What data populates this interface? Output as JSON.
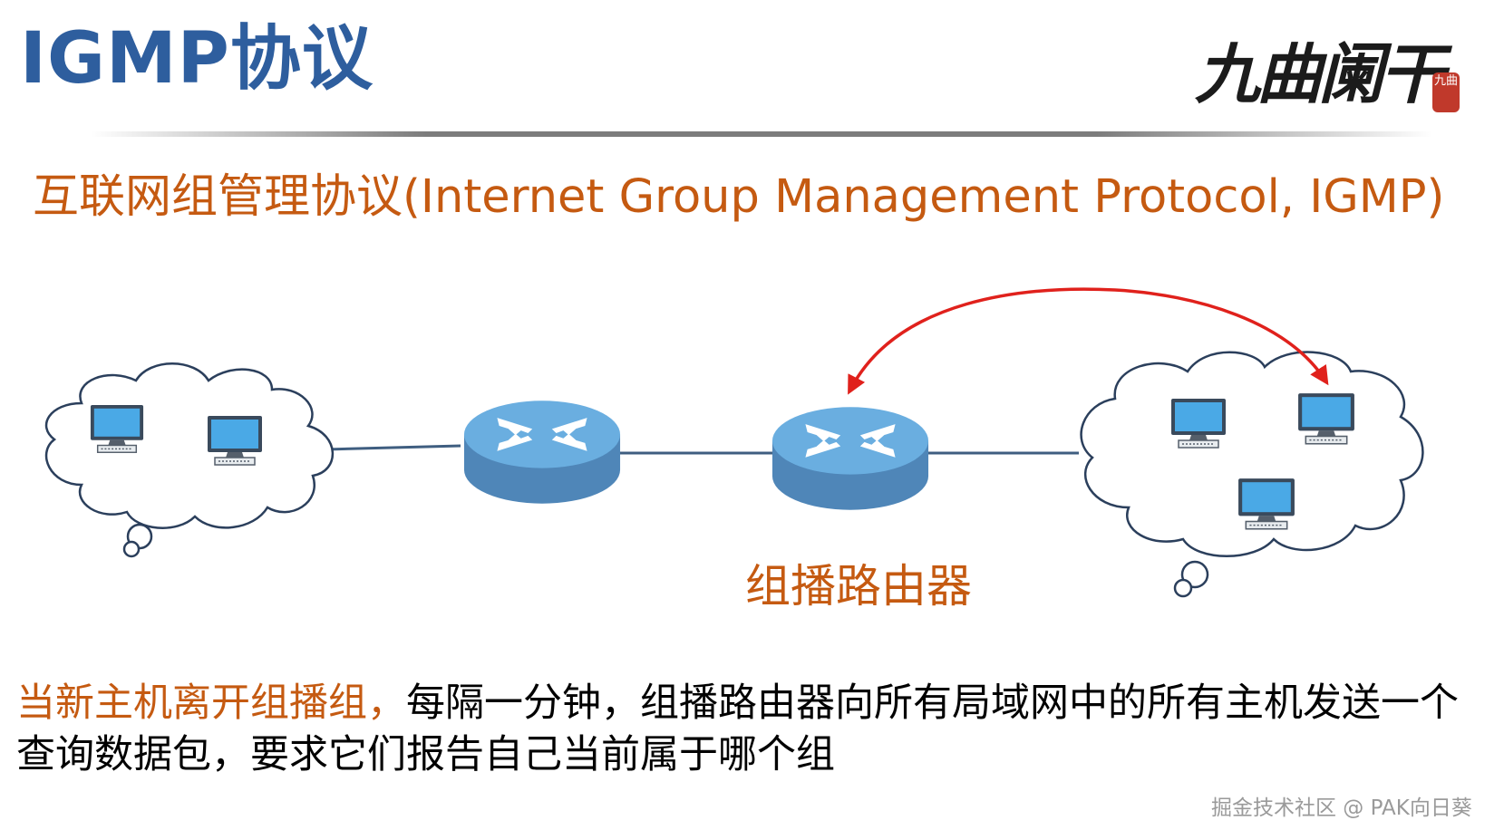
{
  "header": {
    "title": "IGMP协议",
    "logo_text": "九曲阑干",
    "logo_seal": "九曲"
  },
  "subtitle": "互联网组管理协议(Internet Group Management Protocol, IGMP)",
  "diagram": {
    "router_label": "组播路由器"
  },
  "description": {
    "highlight": "当新主机离开组播组，",
    "rest": "每隔一分钟，组播路由器向所有局域网中的所有主机发送一个查询数据包，要求它们报告自己当前属于哪个组"
  },
  "watermark": "掘金技术社区 @ PAK向日葵",
  "colors": {
    "title_blue": "#2e5e9e",
    "accent_orange": "#c55a11",
    "arrow_red": "#e0211c",
    "router_blue": "#5b9bd5",
    "cloud_outline": "#2b3f5c"
  },
  "icons": [
    "computer-icon",
    "router-icon",
    "cloud-icon",
    "double-arrow-icon"
  ]
}
